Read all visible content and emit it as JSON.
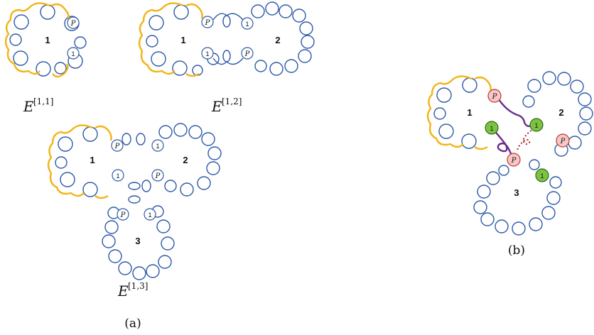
{
  "figure": {
    "panel_a_caption": "(a)",
    "panel_b_caption": "(b)",
    "captions": {
      "e11": {
        "base": "E",
        "sup": "[1,1]"
      },
      "e12": {
        "base": "E",
        "sup": "[1,2]"
      },
      "e13": {
        "base": "E",
        "sup": "[1,3]"
      }
    },
    "blob_labels": {
      "one": "1",
      "two": "2",
      "three": "3"
    },
    "marker_labels": {
      "p": "P",
      "one": "1"
    },
    "colors": {
      "blob_outline": "#2e5aa8",
      "highlight": "#f2b416",
      "p_fill": "#f6c7c7",
      "p_stroke": "#c0392b",
      "one_fill": "#7cc242",
      "connection": "#6a2a8c",
      "dotted": "#b02020"
    }
  }
}
